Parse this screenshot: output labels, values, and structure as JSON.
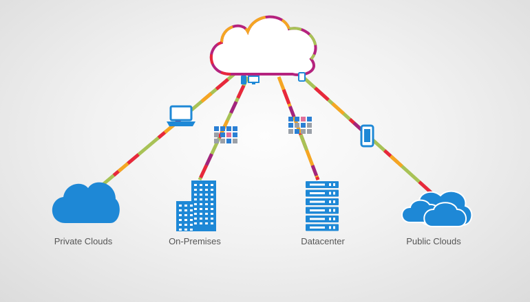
{
  "nodes": [
    {
      "id": "private",
      "label": "Private Clouds"
    },
    {
      "id": "onprem",
      "label": "On-Premises"
    },
    {
      "id": "datacenter",
      "label": "Datacenter"
    },
    {
      "id": "public",
      "label": "Public Clouds"
    }
  ],
  "colors": {
    "icon_blue": "#1e88d6",
    "line_red": "#e8283c",
    "line_orange": "#f5a623",
    "line_purple": "#a3247e",
    "line_green": "#a8c256",
    "cloud_stroke_purple": "#b5237e",
    "cloud_stroke_orange": "#f5a623",
    "cloud_stroke_green": "#a8c256",
    "label_gray": "#555555",
    "block_blue": "#2a7fd4",
    "block_pink": "#e0709a",
    "block_gray": "#9aa0a8"
  }
}
